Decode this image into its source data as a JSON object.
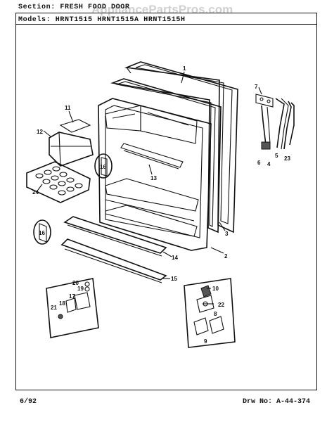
{
  "header": {
    "section": "Section:  FRESH FOOD DOOR",
    "models": "Models:  HRNT1515  HRNT1515A  HRNT1515H",
    "watermark": "AppliancePartsPros.com"
  },
  "footer": {
    "date": "6/92",
    "drawing_number": "Drw No:  A-44-374"
  },
  "parts": {
    "p1": "1",
    "p2": "2",
    "p3": "3",
    "p4": "4",
    "p5": "5",
    "p6": "6",
    "p7": "7",
    "p8": "8",
    "p9": "9",
    "p10": "10",
    "p11": "11",
    "p12": "12",
    "p13": "13",
    "p14": "14",
    "p15": "15",
    "p16a": "16",
    "p16b": "16",
    "p17": "17",
    "p18": "18",
    "p19": "19",
    "p20": "20",
    "p21": "21",
    "p22": "22",
    "p23": "23",
    "p24": "24"
  }
}
